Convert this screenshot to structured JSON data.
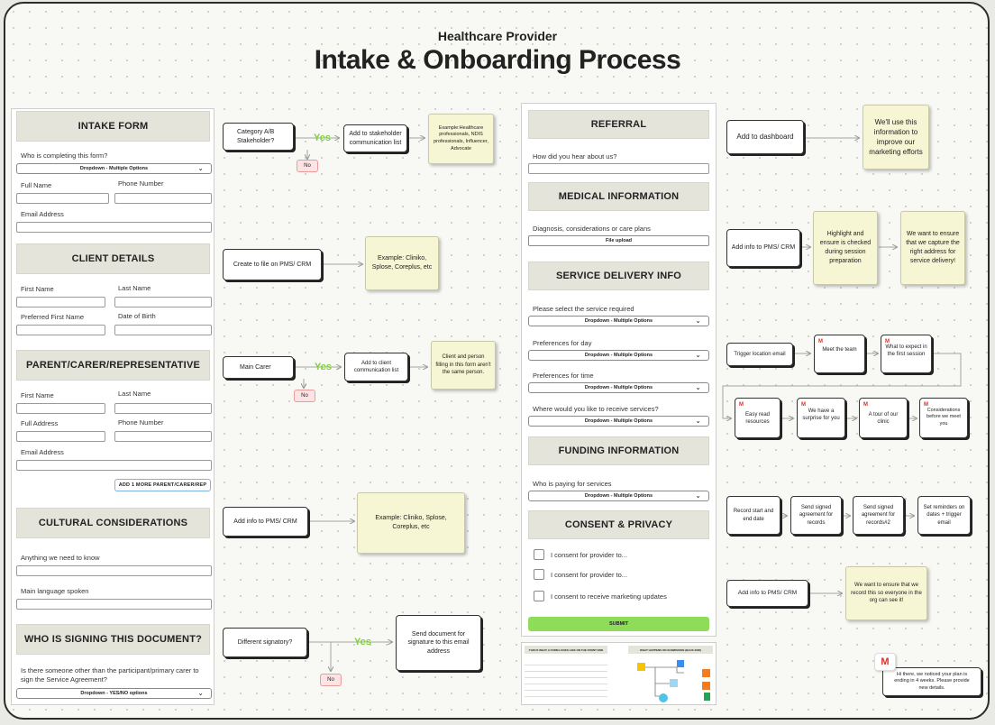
{
  "header": {
    "subtitle": "Healthcare Provider",
    "title": "Intake & Onboarding Process"
  },
  "intake_form": {
    "sections": {
      "intake": "INTAKE FORM",
      "client": "CLIENT DETAILS",
      "parent": "PARENT/CARER/REPRESENTATIVE",
      "cultural": "CULTURAL CONSIDERATIONS",
      "signing": "WHO IS SIGNING THIS DOCUMENT?"
    },
    "who_completing": "Who is completing this form?",
    "dropdown_multi": "Dropdown - Multiple Options",
    "full_name": "Full Name",
    "phone_number": "Phone Number",
    "email_address": "Email Address",
    "first_name": "First Name",
    "last_name": "Last Name",
    "preferred_first_name": "Preferred First Name",
    "date_of_birth": "Date of Birth",
    "full_address": "Full Address",
    "add_parent": "ADD 1 MORE PARENT/CARER/REP",
    "anything_know": "Anything we need to know",
    "main_language": "Main language spoken",
    "signing_question": "Is there someone other than the participant/primary carer to sign the Service Agreement?",
    "dropdown_yesno": "Dropdown - YES/NO options"
  },
  "flow_left": {
    "category": "Category A/B Stakeholder?",
    "yes": "Yes",
    "no": "No",
    "add_stakeholder": "Add to stakeholder communication list",
    "example_stakeholder": "Example:Healthcare professionals, NDIS professionals, Influencer, Advocate",
    "create_file": "Create to file on PMS/ CRM",
    "example_pms1": "Example: Cliniko, Splose, Coreplus, etc",
    "main_carer": "Main Carer",
    "add_client_comm": "Add to client communication list",
    "client_person": "Client and person filling in this form aren't the same person.",
    "add_info_pms": "Add info to PMS/ CRM",
    "example_pms2": "Example: Cliniko, Splose, Coreplus, etc",
    "different_signatory": "Different signatory?",
    "send_document": "Send document for signature to this email address"
  },
  "referral_form": {
    "sections": {
      "referral": "REFERRAL",
      "medical": "MEDICAL INFORMATION",
      "service": "SERVICE DELIVERY INFO",
      "funding": "FUNDING INFORMATION",
      "consent": "CONSENT & PRIVACY"
    },
    "hear_about": "How did you hear about us?",
    "diagnosis": "Diagnosis, considerations or care plans",
    "file_upload": "File upload",
    "select_service": "Please select the service required",
    "dropdown_multi": "Dropdown - Multiple Options",
    "pref_day": "Preferences for day",
    "pref_time": "Preferences for time",
    "where_receive": "Where would you like to receive services?",
    "who_paying": "Who is paying for services",
    "consent1": "I consent for provider to...",
    "consent2": "I consent for provider to...",
    "consent3": "I consent to receive marketing updates",
    "submit": "SUBMIT"
  },
  "flow_right": {
    "add_dashboard": "Add to dashboard",
    "use_info": "We'll use this information to improve our marketing efforts",
    "add_info_pms": "Add info to PMS/ CRM",
    "highlight": "Highlight and ensure is checked during session preparation",
    "capture_address": "We want to ensure that we capture the right address for service delivery!",
    "trigger_email": "Trigger location email",
    "meet_team": "Meet the team",
    "what_expect": "What to expect in the first session",
    "easy_read": "Easy read resources",
    "surprise": "We have a surprise for you",
    "tour_clinic": "A tour of our clinic",
    "considerations": "Considerations before we meet you",
    "record_start": "Record start and end date",
    "send_signed": "Send signed agreement for records",
    "send_signed2": "Send signed agreement for records#2",
    "set_reminders": "Set reminders on dates + trigger email",
    "add_info_pms2": "Add info to PMS/ CRM",
    "record_this": "We want to ensure that we record this so everyone in the org can see it!",
    "gmail_message": "Hi there, we noticed your plan is ending in 4 weeks. Please provide new details.",
    "gmail_letter": "M"
  },
  "thumbnail": {
    "left_header": "THIS IS WHAT A FORM LOOKS LIKE ON THE FRONT END",
    "right_header": "WHAT HAPPENS ON SUBMISSION (BACK END)"
  },
  "colors": {
    "yes_green": "#7fcf3a",
    "no_red": "#fde3e3",
    "note_yellow": "#f6f5d4",
    "section_grey": "#e4e4da",
    "submit_green": "#8fdc5a"
  }
}
